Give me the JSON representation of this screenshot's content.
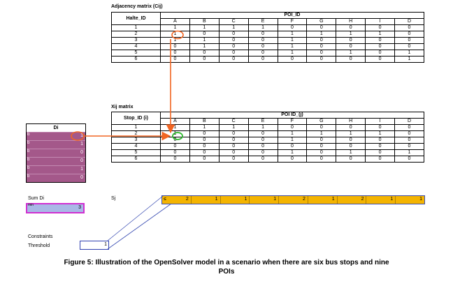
{
  "adjacency": {
    "title": "Adjacency matrix (Cij)",
    "row_header": "Halte_ID",
    "col_group": "POI_ID",
    "cols": [
      "A",
      "B",
      "C",
      "E",
      "F",
      "G",
      "H",
      "I",
      "D"
    ],
    "rows": [
      {
        "id": "1",
        "vals": [
          "1",
          "1",
          "1",
          "1",
          "0",
          "0",
          "0",
          "0",
          "0"
        ]
      },
      {
        "id": "2",
        "vals": [
          "1",
          "0",
          "0",
          "0",
          "1",
          "1",
          "1",
          "1",
          "0"
        ]
      },
      {
        "id": "3",
        "vals": [
          "1",
          "1",
          "0",
          "0",
          "1",
          "0",
          "0",
          "0",
          "0"
        ]
      },
      {
        "id": "4",
        "vals": [
          "0",
          "1",
          "0",
          "0",
          "1",
          "0",
          "0",
          "0",
          "0"
        ]
      },
      {
        "id": "5",
        "vals": [
          "0",
          "0",
          "0",
          "0",
          "1",
          "0",
          "1",
          "0",
          "1"
        ]
      },
      {
        "id": "6",
        "vals": [
          "0",
          "0",
          "0",
          "0",
          "0",
          "0",
          "0",
          "0",
          "1"
        ]
      }
    ]
  },
  "xij": {
    "title": "Xij matrix",
    "row_header": "Stop_ID (i)",
    "col_group": "POI ID_(j)",
    "cols": [
      "A",
      "B",
      "C",
      "E",
      "F",
      "G",
      "H",
      "I",
      "D"
    ],
    "rows": [
      {
        "id": "1",
        "vals": [
          "1",
          "1",
          "1",
          "1",
          "0",
          "0",
          "0",
          "0",
          "0"
        ]
      },
      {
        "id": "2",
        "vals": [
          "1",
          "0",
          "0",
          "0",
          "1",
          "1",
          "1",
          "1",
          "0"
        ]
      },
      {
        "id": "3",
        "vals": [
          "0",
          "0",
          "0",
          "0",
          "1",
          "0",
          "0",
          "0",
          "0"
        ]
      },
      {
        "id": "4",
        "vals": [
          "0",
          "0",
          "0",
          "0",
          "0",
          "0",
          "0",
          "0",
          "0"
        ]
      },
      {
        "id": "5",
        "vals": [
          "0",
          "0",
          "0",
          "0",
          "1",
          "0",
          "1",
          "0",
          "1"
        ]
      },
      {
        "id": "6",
        "vals": [
          "0",
          "0",
          "0",
          "0",
          "0",
          "0",
          "0",
          "0",
          "0"
        ]
      }
    ]
  },
  "di": {
    "title": "Di",
    "cell_label": "b",
    "values": [
      "1",
      "1",
      "0",
      "0",
      "1",
      "0"
    ]
  },
  "sum_di": {
    "label": "Sum Di",
    "sub": "min",
    "value": "3"
  },
  "sj": {
    "label": "Sj",
    "prefix": "≤",
    "values": [
      "2",
      "1",
      "1",
      "1",
      "2",
      "1",
      "2",
      "1",
      "1"
    ]
  },
  "constraints": {
    "label": "Constraints",
    "threshold_label": "Threshold",
    "threshold_value": "1"
  },
  "caption": {
    "line1": "Figure 5: Illustration of the OpenSolver model in a scenario when there are six bus stops and nine",
    "line2": "POIs"
  },
  "colors": {
    "di_fill": "#a4588a",
    "sj_fill": "#f4b400",
    "arrow": "#f26522",
    "highlight_green": "#2fb82f",
    "sum_border": "#d02fd0",
    "link_blue": "#3a4db3"
  }
}
